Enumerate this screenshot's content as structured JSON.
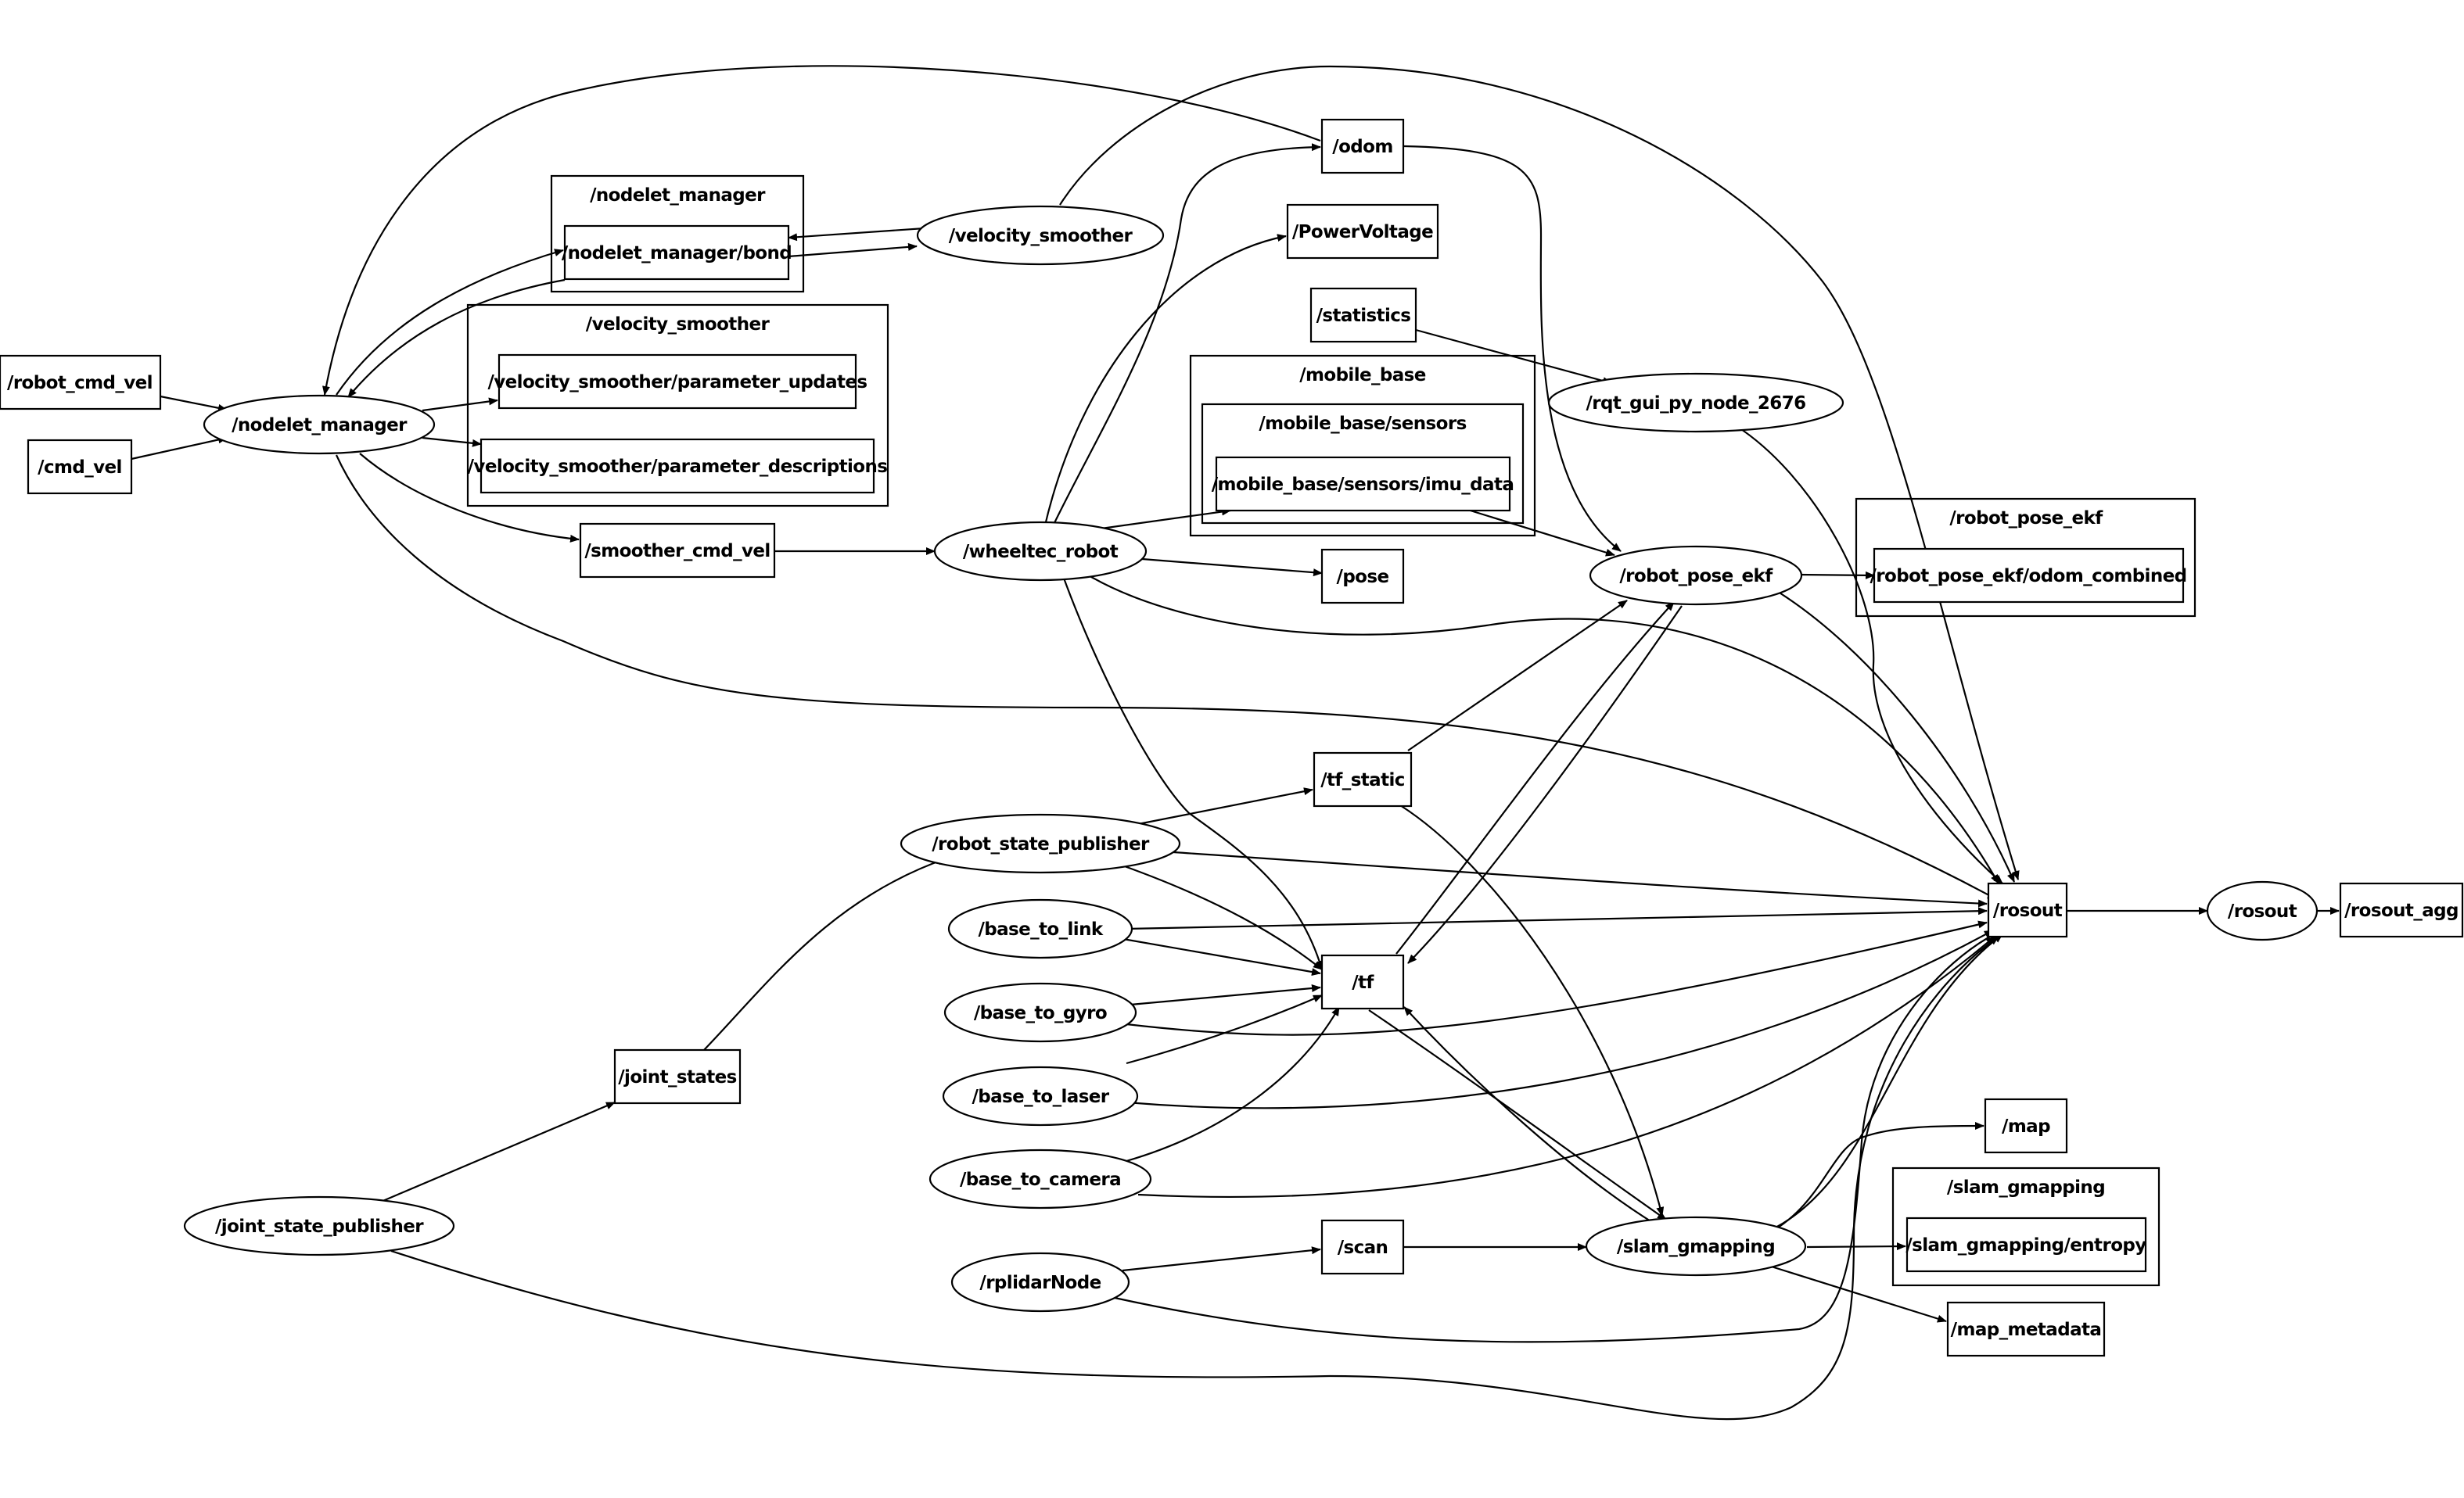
{
  "graph": {
    "clusters": {
      "nodelet_manager": "/nodelet_manager",
      "velocity_smoother": "/velocity_smoother",
      "mobile_base": "/mobile_base",
      "mobile_base_sensors": "/mobile_base/sensors",
      "robot_pose_ekf": "/robot_pose_ekf",
      "slam_gmapping": "/slam_gmapping"
    },
    "topics": {
      "robot_cmd_vel": "/robot_cmd_vel",
      "cmd_vel": "/cmd_vel",
      "nodelet_manager_bond": "/nodelet_manager/bond",
      "velocity_smoother_parameter_updates": "/velocity_smoother/parameter_updates",
      "velocity_smoother_parameter_descriptions": "/velocity_smoother/parameter_descriptions",
      "smoother_cmd_vel": "/smoother_cmd_vel",
      "odom": "/odom",
      "power_voltage": "/PowerVoltage",
      "statistics": "/statistics",
      "imu_data": "/mobile_base/sensors/imu_data",
      "pose": "/pose",
      "robot_pose_ekf_odom_combined": "/robot_pose_ekf/odom_combined",
      "tf_static": "/tf_static",
      "tf": "/tf",
      "rosout_topic": "/rosout",
      "rosout_agg": "/rosout_agg",
      "joint_states": "/joint_states",
      "map": "/map",
      "slam_gmapping_entropy": "/slam_gmapping/entropy",
      "scan": "/scan",
      "map_metadata": "/map_metadata"
    },
    "nodes": {
      "nodelet_manager": "/nodelet_manager",
      "velocity_smoother": "/velocity_smoother",
      "wheeltec_robot": "/wheeltec_robot",
      "rqt_gui_py_node": "/rqt_gui_py_node_2676",
      "robot_pose_ekf": "/robot_pose_ekf",
      "robot_state_publisher": "/robot_state_publisher",
      "base_to_link": "/base_to_link",
      "base_to_gyro": "/base_to_gyro",
      "base_to_laser": "/base_to_laser",
      "base_to_camera": "/base_to_camera",
      "rplidar_node": "/rplidarNode",
      "joint_state_publisher": "/joint_state_publisher",
      "slam_gmapping": "/slam_gmapping",
      "rosout": "/rosout"
    }
  }
}
